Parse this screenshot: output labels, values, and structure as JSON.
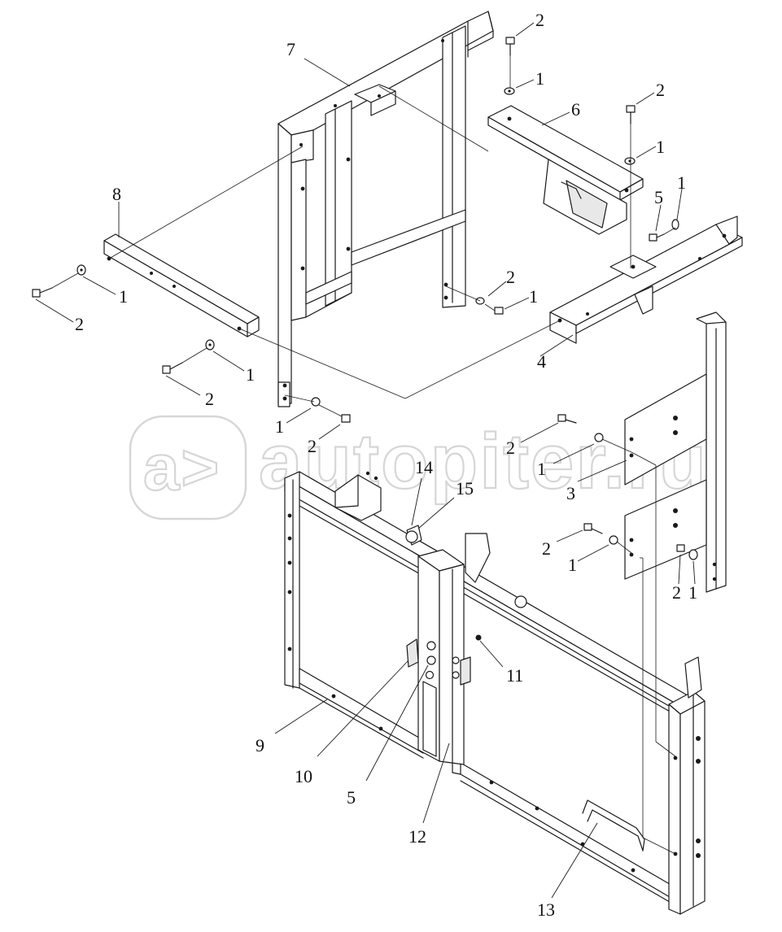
{
  "watermark": {
    "text": "autopiter.ru",
    "logo_glyph": "a>"
  },
  "callouts": [
    {
      "id": "c7",
      "text": "7"
    },
    {
      "id": "c2a",
      "text": "2"
    },
    {
      "id": "c1a",
      "text": "1"
    },
    {
      "id": "c6",
      "text": "6"
    },
    {
      "id": "c2b",
      "text": "2"
    },
    {
      "id": "c1b",
      "text": "1"
    },
    {
      "id": "c8",
      "text": "8"
    },
    {
      "id": "c5a",
      "text": "5"
    },
    {
      "id": "c1c",
      "text": "1"
    },
    {
      "id": "c1d",
      "text": "1"
    },
    {
      "id": "c2c",
      "text": "2"
    },
    {
      "id": "c2d",
      "text": "2"
    },
    {
      "id": "c1e",
      "text": "1"
    },
    {
      "id": "c4",
      "text": "4"
    },
    {
      "id": "c1f",
      "text": "1"
    },
    {
      "id": "c2e",
      "text": "2"
    },
    {
      "id": "c1g",
      "text": "1"
    },
    {
      "id": "c2f",
      "text": "2"
    },
    {
      "id": "c2g",
      "text": "2"
    },
    {
      "id": "c1h",
      "text": "1"
    },
    {
      "id": "c3",
      "text": "3"
    },
    {
      "id": "c14",
      "text": "14"
    },
    {
      "id": "c15",
      "text": "15"
    },
    {
      "id": "c2h",
      "text": "2"
    },
    {
      "id": "c1i",
      "text": "1"
    },
    {
      "id": "c2i",
      "text": "2"
    },
    {
      "id": "c1j",
      "text": "1"
    },
    {
      "id": "c11",
      "text": "11"
    },
    {
      "id": "c9",
      "text": "9"
    },
    {
      "id": "c10",
      "text": "10"
    },
    {
      "id": "c5b",
      "text": "5"
    },
    {
      "id": "c12",
      "text": "12"
    },
    {
      "id": "c13",
      "text": "13"
    }
  ]
}
